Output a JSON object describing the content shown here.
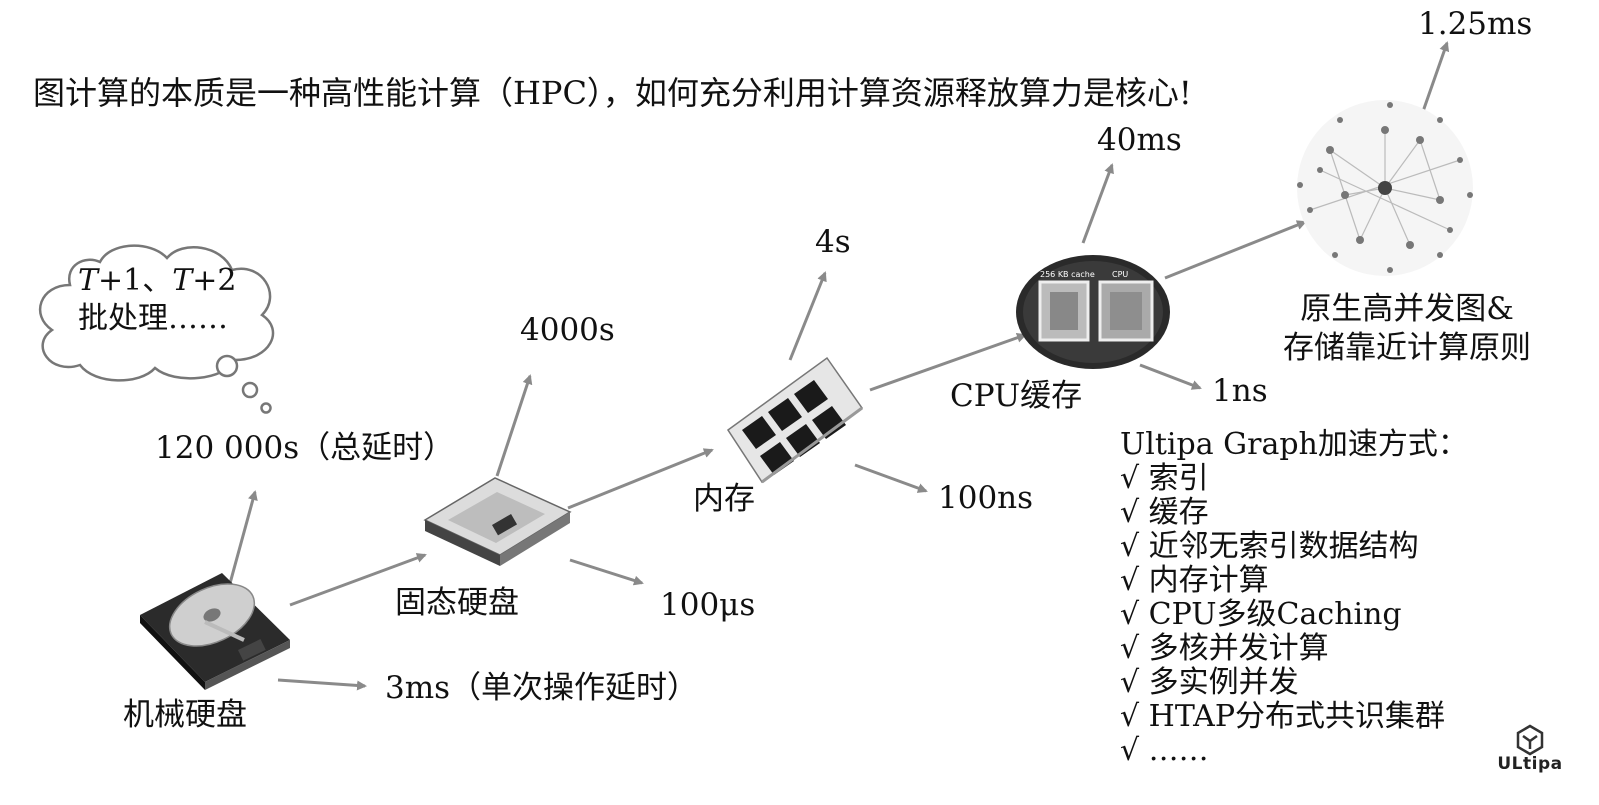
{
  "headline": "图计算的本质是一种高性能计算（HPC），如何充分利用计算资源释放算力是核心!",
  "cloud": {
    "line1_a": "T",
    "line1_b": "+1、",
    "line1_c": "T",
    "line1_d": "+2",
    "line2": "批处理……"
  },
  "total_delay": "120 000s（总延时）",
  "hdd": {
    "label": "机械硬盘",
    "latency": "3ms（单次操作延时）"
  },
  "ssd": {
    "label": "固态硬盘",
    "total": "4000s",
    "latency": "100μs"
  },
  "memory": {
    "label": "内存",
    "total": "4s",
    "latency": "100ns"
  },
  "cpu_cache": {
    "label": "CPU缓存",
    "total": "40ms",
    "latency": "1ns",
    "chip_text_cache": "256 KB cache",
    "chip_text_cpu": "CPU"
  },
  "graph": {
    "total": "1.25ms",
    "label_line1": "原生高并发图&",
    "label_line2": "存储靠近计算原则"
  },
  "features": {
    "title": "Ultipa Graph加速方式：",
    "items": [
      "√ 索引",
      "√ 缓存",
      "√ 近邻无索引数据结构",
      "√ 内存计算",
      "√ CPU多级Caching",
      "√ 多核并发计算",
      "√ 多实例并发",
      "√ HTAP分布式共识集群",
      "√ ……"
    ]
  },
  "brand": {
    "name": "ULtipa",
    "icon": "ultipa-logo-icon"
  },
  "colors": {
    "arrow": "#888888",
    "text": "#111111"
  }
}
